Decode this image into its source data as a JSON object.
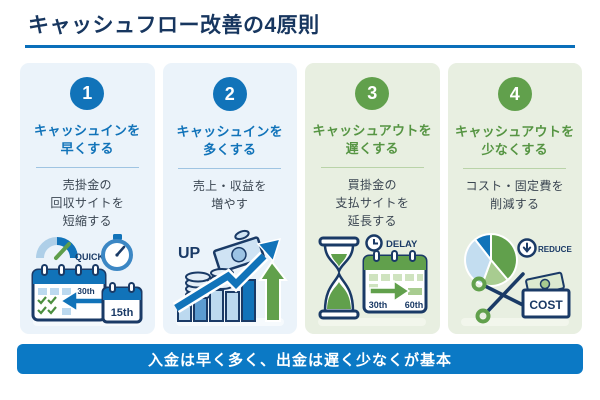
{
  "header": {
    "title": "キャッシュフロー改善の4原則"
  },
  "cards": [
    {
      "number": "1",
      "theme": "blue",
      "title_lines": [
        "キャッシュインを",
        "早くする"
      ],
      "body_lines": [
        "売掛金の",
        "回収サイトを",
        "短縮する"
      ],
      "icon": "calendar-speedup-icon",
      "labels": {
        "quick": "QUICK",
        "from": "30th",
        "to": "15th"
      }
    },
    {
      "number": "2",
      "theme": "blue",
      "title_lines": [
        "キャッシュインを",
        "多くする"
      ],
      "body_lines": [
        "売上・収益を",
        "増やす"
      ],
      "icon": "sales-growth-icon",
      "labels": {
        "up": "UP"
      }
    },
    {
      "number": "3",
      "theme": "green",
      "title_lines": [
        "キャッシュアウトを",
        "遅くする"
      ],
      "body_lines": [
        "買掛金の",
        "支払サイトを",
        "延長する"
      ],
      "icon": "hourglass-delay-icon",
      "labels": {
        "delay": "DELAY",
        "from": "30th",
        "to": "60th"
      }
    },
    {
      "number": "4",
      "theme": "green",
      "title_lines": [
        "キャッシュアウトを",
        "少なくする"
      ],
      "body_lines": [
        "コスト・固定費を",
        "削減する"
      ],
      "icon": "cost-cut-icon",
      "labels": {
        "reduce": "REDUCE",
        "cost": "COST"
      }
    }
  ],
  "footer": {
    "banner": "入金は早く多く、出金は遅く少なくが基本"
  },
  "colors": {
    "accent_blue": "#1173b9",
    "accent_green": "#61a04c",
    "navy": "#17365f",
    "banner_blue": "#0b79c5",
    "card_blue_bg": "#ebf3fa",
    "card_green_bg": "#e8efe1",
    "title_underline": "#0a6fba"
  }
}
